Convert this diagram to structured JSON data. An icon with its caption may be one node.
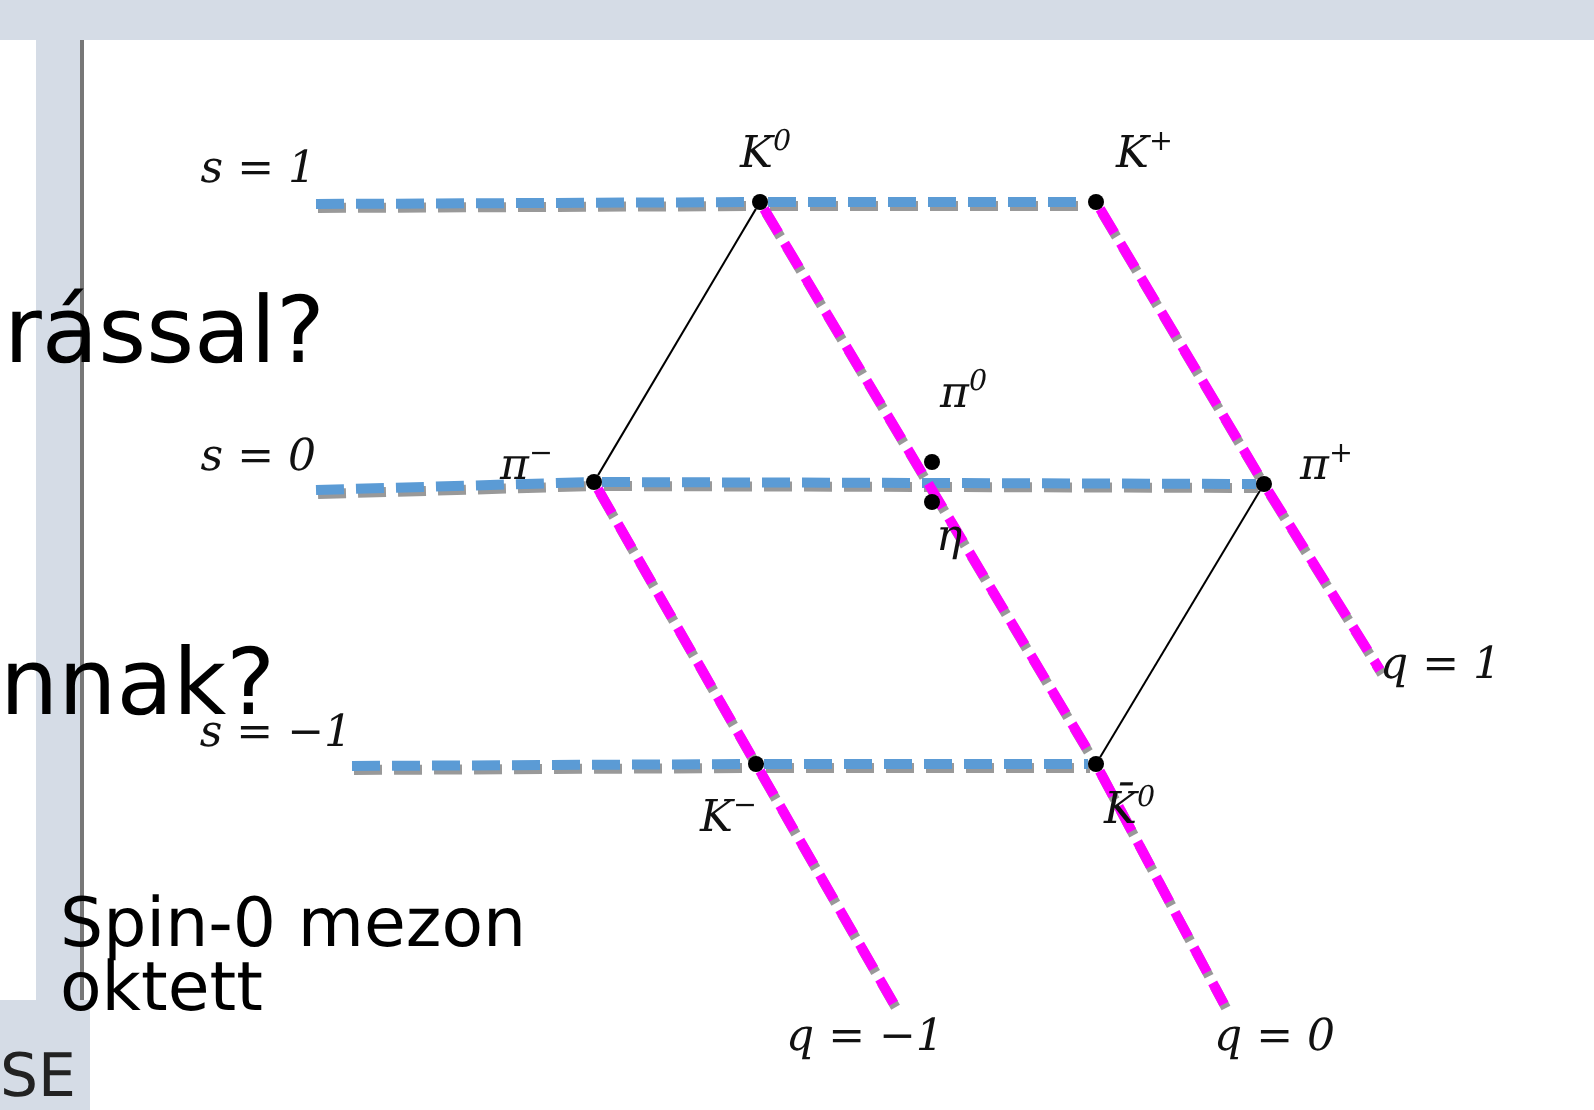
{
  "diagram": {
    "nodes": [
      {
        "text": [],
        "shape": "circle",
        "beside": [
          "K$^{0}$"
        ]
      },
      {
        "text": [],
        "shape": "circle",
        "beside": [
          "K$^{+}$"
        ]
      },
      {
        "text": [],
        "shape": "circle",
        "beside": [
          "π$^{−}$"
        ]
      },
      {
        "text": [],
        "shape": "circle",
        "beside": [
          "π$^{0}$"
        ]
      },
      {
        "text": [],
        "shape": "circle",
        "beside": [
          "η"
        ]
      },
      {
        "text": [],
        "shape": "circle",
        "beside": [
          "π$^{+}$"
        ]
      },
      {
        "text": [],
        "shape": "circle",
        "beside": [
          "K$^{−}$"
        ]
      },
      {
        "text": [],
        "shape": "circle",
        "beside": [
          "K̄$^{0}$"
        ]
      },
      {
        "text": [
          "s = 1"
        ]
      },
      {
        "text": [
          "s = 0"
        ]
      },
      {
        "text": [
          "s = −1"
        ]
      },
      {
        "text": [
          "q = 1"
        ]
      },
      {
        "text": [
          "q = −1"
        ]
      },
      {
        "text": [
          "q = 0"
        ]
      }
    ],
    "edges": [
      {
        "from": 0,
        "to": 2,
        "arrow": "none",
        "color": "#000000"
      },
      {
        "from": 5,
        "to": 7,
        "arrow": "none",
        "color": "#000000"
      },
      {
        "from": 0,
        "to": 1,
        "arrow": "none",
        "style": "dashed",
        "color": "#5b9bd5"
      },
      {
        "from": 2,
        "to": 5,
        "arrow": "none",
        "style": "dashed",
        "color": "#5b9bd5"
      },
      {
        "from": 6,
        "to": 7,
        "arrow": "none",
        "style": "dashed",
        "color": "#5b9bd5"
      },
      {
        "from": 1,
        "to": 5,
        "arrow": "none",
        "style": "dashed",
        "color": "#ff00ff"
      },
      {
        "from": 0,
        "to": 7,
        "arrow": "none",
        "style": "dashed",
        "color": "#ff00ff"
      },
      {
        "from": 2,
        "to": 6,
        "arrow": "none",
        "style": "dashed",
        "color": "#ff00ff"
      },
      {
        "from": 8,
        "to": 0,
        "arrow": "none",
        "style": "dashed",
        "color": "#5b9bd5"
      },
      {
        "from": 9,
        "to": 2,
        "arrow": "none",
        "style": "dashed",
        "color": "#5b9bd5"
      },
      {
        "from": 10,
        "to": 6,
        "arrow": "none",
        "style": "dashed",
        "color": "#5b9bd5"
      },
      {
        "from": 5,
        "to": 11,
        "arrow": "none",
        "style": "dashed",
        "color": "#ff00ff"
      },
      {
        "from": 6,
        "to": 12,
        "arrow": "none",
        "style": "dashed",
        "color": "#ff00ff"
      },
      {
        "from": 7,
        "to": 13,
        "arrow": "none",
        "style": "dashed",
        "color": "#ff00ff"
      }
    ],
    "labels": [
      "rással?",
      "nnak?",
      "Spin-0 mezon oktett",
      "SE"
    ]
  }
}
